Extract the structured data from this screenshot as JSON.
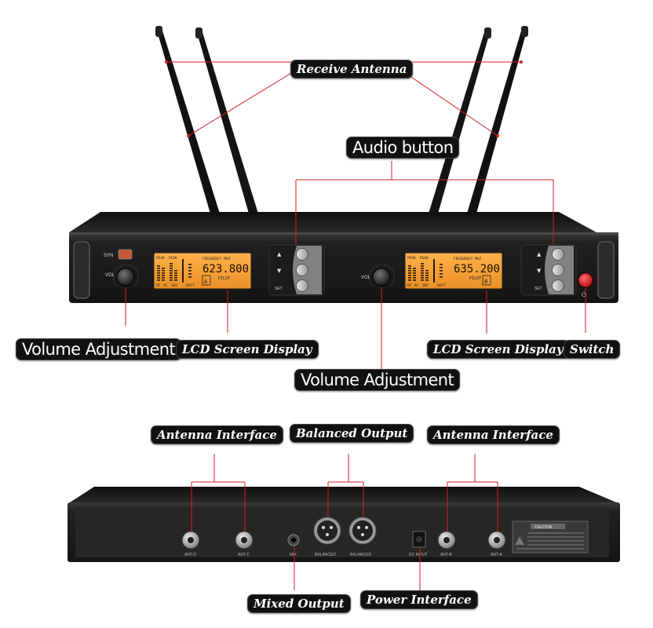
{
  "callouts": {
    "receive_antenna": "Receive Antenna",
    "audio_button": "Audio button",
    "volume_adjustment_left": "Volume Adjustment",
    "lcd_left": "LCD Screen Display",
    "volume_adjustment_center": "Volume Adjustment",
    "lcd_right": "LCD Screen Display",
    "switch": "Switch",
    "antenna_interface_left": "Antenna Interface",
    "balanced_output": "Balanced Output",
    "antenna_interface_right": "Antenna Interface",
    "mixed_output": "Mixed Output",
    "power_interface": "Power Interface"
  },
  "front_panel": {
    "channel_a": {
      "frequency": "623.800",
      "freq_label": "FREQUENCY MHZ",
      "mode": "PILOT",
      "channel": "A"
    },
    "channel_b": {
      "frequency": "635.200",
      "freq_label": "FREQUENCY MHZ",
      "mode": "PILOT",
      "channel": "B"
    },
    "lcd_labels": {
      "peak": "PEAK",
      "rf": "RF",
      "af": "AF",
      "sky": "SKY",
      "batt": "BATT"
    },
    "vol_label": "VOL",
    "sync_label": "SYN",
    "set_label": "SET",
    "up_arrow": "▲",
    "down_arrow": "▼"
  },
  "back_panel": {
    "ant_d": "ANT-D",
    "ant_c": "ANT-C",
    "mix": "MIX",
    "balanced_a": "BALANCED",
    "balanced_b": "BALANCED",
    "dc_input": "DC INPUT",
    "ant_b": "ANT-B",
    "ant_a": "ANT-A",
    "caution": "CAUTION"
  },
  "colors": {
    "callout_bg": "#111111",
    "leader_line": "#d62020",
    "lcd_orange": "#f4a23c",
    "chassis": "#1e1e1e",
    "power_button": "#e0161b"
  }
}
